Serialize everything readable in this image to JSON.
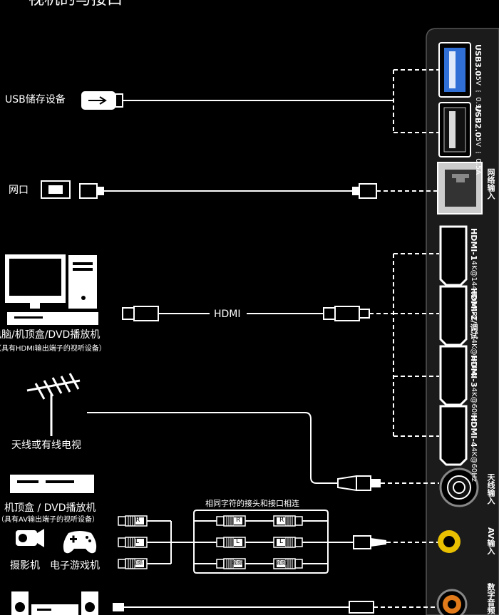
{
  "header": {
    "title_partial": "视机的与接口"
  },
  "devices": {
    "usb_storage": "USB储存设备",
    "network": "网口",
    "pc_stb_dvd": "电脑/机顶盒/DVD播放机",
    "pc_stb_dvd_note": "（具有HDMI输出端子的视听设备）",
    "antenna": "天线或有线电视",
    "stb_dvd": "机顶盒 / DVD播放机",
    "stb_dvd_note": "（具有AV输出端子的视听设备）",
    "camcorder": "摄影机",
    "game_console": "电子游戏机"
  },
  "cables": {
    "hdmi": "HDMI",
    "av_note": "相同字符的接头和接口相连",
    "plug_r": "R",
    "plug_l": "L",
    "plug_video": "视频"
  },
  "ports": {
    "usb3_name": "USB3.0",
    "usb3_spec": "5V ⎓ 0.9A",
    "usb2_name": "USB2.0",
    "usb2_spec": "5V ⎓ 0.5A",
    "lan": "网络输入",
    "hdmi1_name": "HDMI-1",
    "hdmi1_spec": "4K@144Hz(eARC",
    "hdmi2_name": "HDMI-2/调试",
    "hdmi2_spec": "4K@144Hz",
    "hdmi3_name": "HDMI-3",
    "hdmi3_spec": "4K@60Hz",
    "hdmi4_name": "HDMI-4",
    "hdmi4_spec": "4K@60Hz",
    "antenna_in": "天线输入",
    "av_in": "AV输入",
    "digital_audio": "数字音频"
  },
  "colors": {
    "background": "#000000",
    "line": "#ffffff",
    "panel": "#1b1b1b",
    "usb3_blue": "#2f6fd6",
    "av_yellow": "#e8c000",
    "spdif_orange": "#e07a1a"
  }
}
